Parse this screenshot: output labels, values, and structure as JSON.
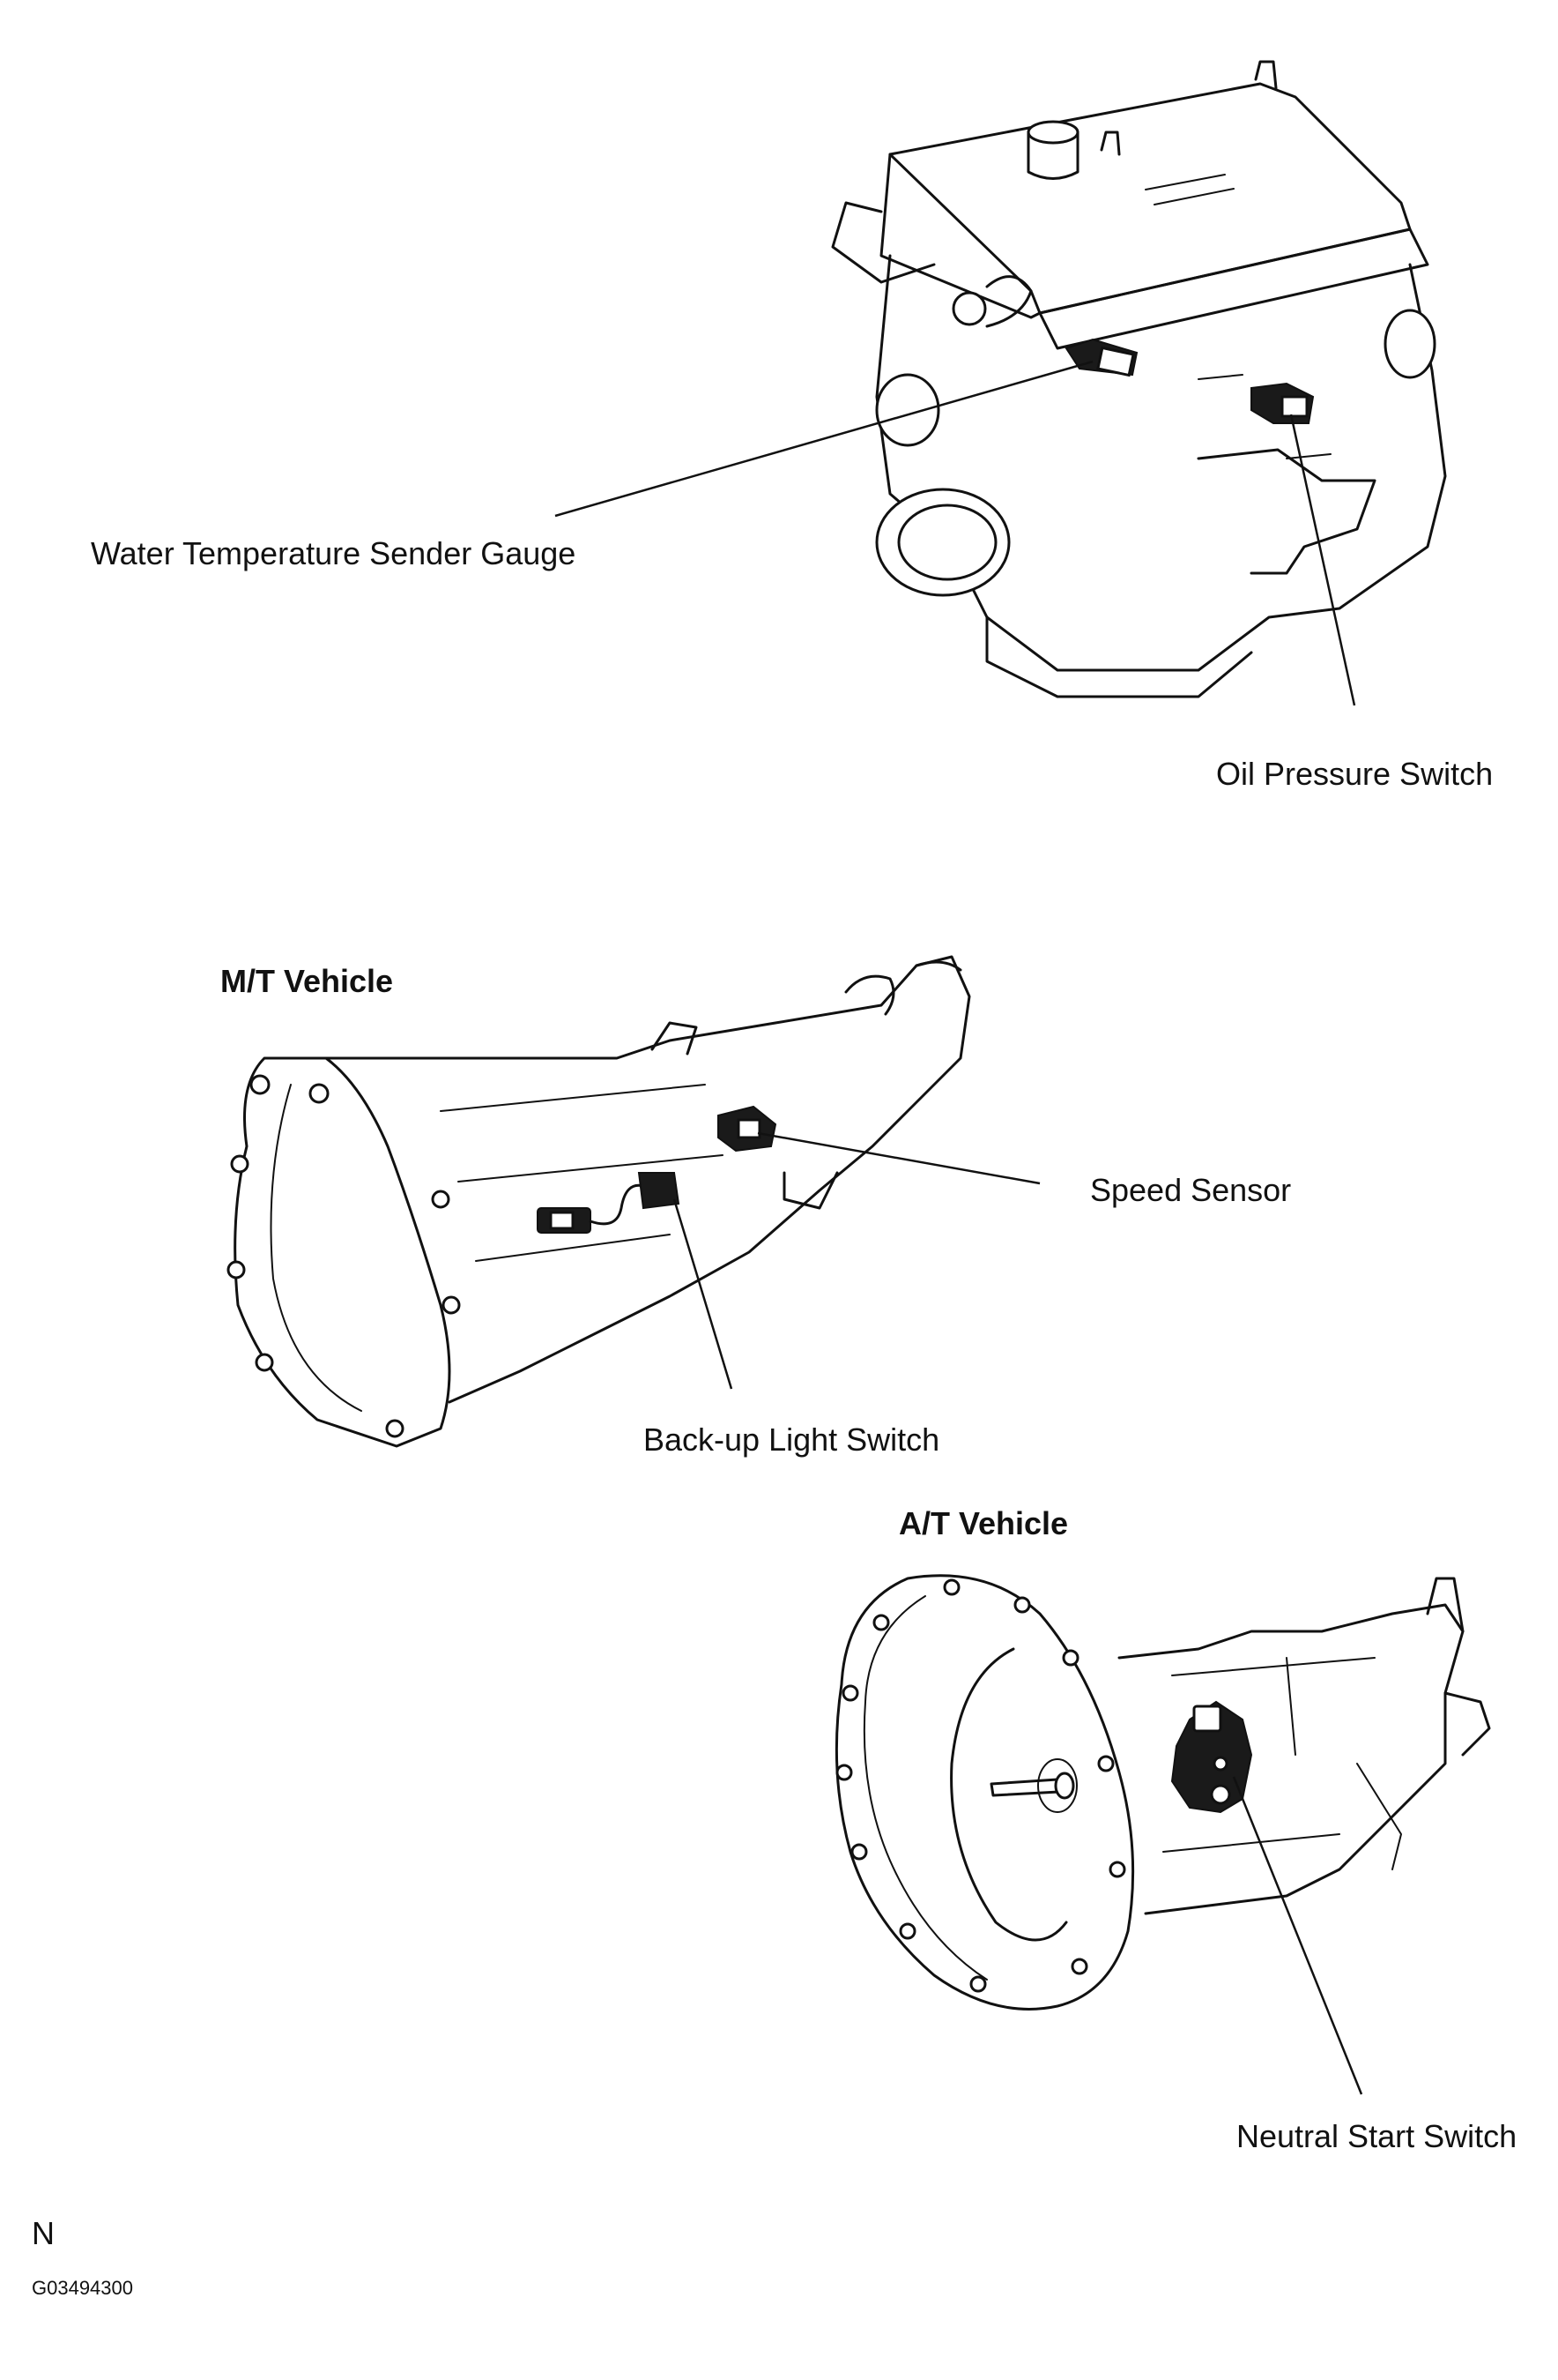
{
  "labels": {
    "water_temp": "Water Temperature Sender Gauge",
    "oil_pressure": "Oil Pressure Switch",
    "mt_heading": "M/T Vehicle",
    "speed_sensor": "Speed Sensor",
    "backup_light": "Back-up Light Switch",
    "at_heading": "A/T Vehicle",
    "neutral_start": "Neutral Start Switch"
  },
  "footer": {
    "letter": "N",
    "code": "G03494300"
  },
  "icons": [
    "engine-drawing",
    "manual-transmission-drawing",
    "automatic-transmission-drawing"
  ]
}
